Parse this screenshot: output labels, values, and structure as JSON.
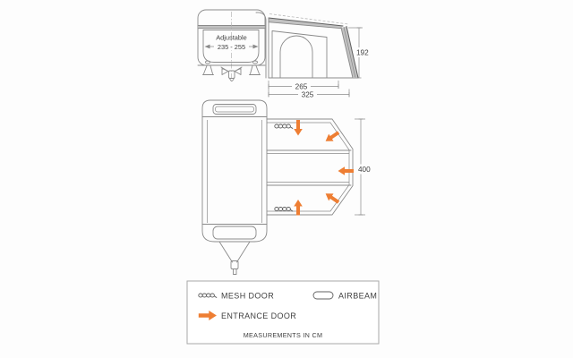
{
  "colors": {
    "accent": "#EE7E33",
    "line": "#8A8A8A",
    "linedark": "#606060",
    "band": "#C2C2C2",
    "text": "#3F3F3F"
  },
  "front_view": {
    "adjustable_label": "Adjustable",
    "adjustable_range": "235 - 255"
  },
  "side_view": {
    "height_cm": "192"
  },
  "plan_view": {
    "width_cm": "400"
  },
  "dimensions": {
    "awning_depth_cm": "265",
    "total_depth_cm": "325"
  },
  "legend": {
    "mesh_door_label": "MESH DOOR",
    "airbeam_label": "AIRBEAM",
    "entrance_door_label": "ENTRANCE DOOR",
    "units_note": "MEASUREMENTS IN CM"
  }
}
